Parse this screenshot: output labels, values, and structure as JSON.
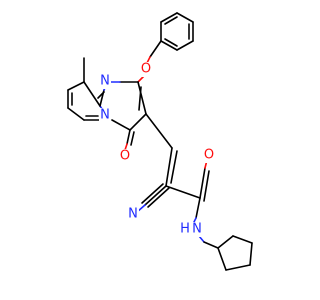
{
  "molecule": {
    "atoms": {
      "n_ring_top": "N",
      "n_ring_bridge": "N",
      "o_ether": "O",
      "o_carbonyl_ring": "O",
      "n_nitrile": "N",
      "o_amide": "O",
      "n_amide": "N",
      "h_amide": "H"
    },
    "colors": {
      "carbon": "#000000",
      "nitrogen": "#1f2bff",
      "oxygen": "#ff0d0d"
    }
  }
}
